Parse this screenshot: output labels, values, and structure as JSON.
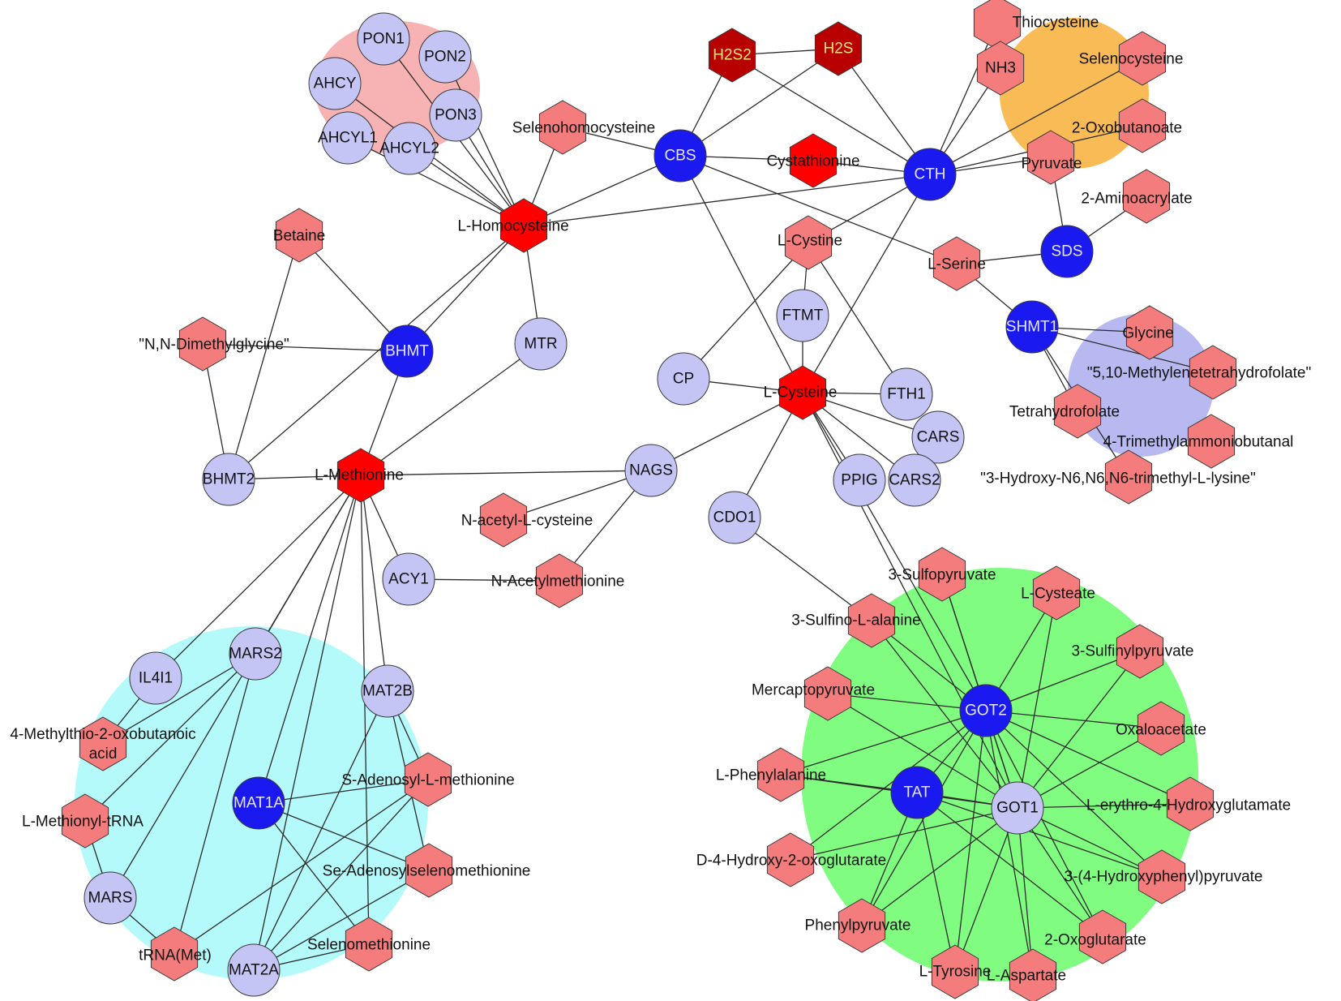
{
  "colors": {
    "background": "#ffffff",
    "edge": "#2b2b2b",
    "gene": "#c4c4f5",
    "gene_hub": "#1a1af0",
    "metabolite": "#f47c7c",
    "metabolite_key": "#ff0000",
    "metabolite_dark": "#b80000",
    "cluster_pink": "#f7b3b3",
    "cluster_orange": "#f8bb55",
    "cluster_lavender": "#b9b9f2",
    "cluster_cyan": "#b5fafa",
    "cluster_green": "#80fc80"
  },
  "clusters": [
    {
      "id": "pink",
      "color": "cluster_pink"
    },
    {
      "id": "orange",
      "color": "cluster_orange"
    },
    {
      "id": "lavender",
      "color": "cluster_lavender"
    },
    {
      "id": "cyan",
      "color": "cluster_cyan"
    },
    {
      "id": "green",
      "color": "cluster_green"
    }
  ],
  "nodes": [
    {
      "id": "PON1",
      "label": "PON1",
      "kind": "gene"
    },
    {
      "id": "PON2",
      "label": "PON2",
      "kind": "gene"
    },
    {
      "id": "AHCY",
      "label": "AHCY",
      "kind": "gene"
    },
    {
      "id": "PON3",
      "label": "PON3",
      "kind": "gene"
    },
    {
      "id": "AHCYL1",
      "label": "AHCYL1",
      "kind": "gene"
    },
    {
      "id": "AHCYL2",
      "label": "AHCYL2",
      "kind": "gene"
    },
    {
      "id": "Selenohomocysteine",
      "label": "Selenohomocysteine",
      "kind": "metabolite"
    },
    {
      "id": "H2S2",
      "label": "H2S2",
      "kind": "metabolite_dark"
    },
    {
      "id": "H2S",
      "label": "H2S",
      "kind": "metabolite_dark"
    },
    {
      "id": "CBS",
      "label": "CBS",
      "kind": "gene_hub"
    },
    {
      "id": "Cystathionine",
      "label": "Cystathionine",
      "kind": "metabolite_key"
    },
    {
      "id": "CTH",
      "label": "CTH",
      "kind": "gene_hub"
    },
    {
      "id": "Thiocysteine",
      "label": "Thiocysteine",
      "kind": "metabolite"
    },
    {
      "id": "NH3",
      "label": "NH3",
      "kind": "metabolite"
    },
    {
      "id": "Selenocysteine",
      "label": "Selenocysteine",
      "kind": "metabolite"
    },
    {
      "id": "2-Oxobutanoate",
      "label": "2-Oxobutanoate",
      "kind": "metabolite"
    },
    {
      "id": "Pyruvate",
      "label": "Pyruvate",
      "kind": "metabolite"
    },
    {
      "id": "2-Aminoacrylate",
      "label": "2-Aminoacrylate",
      "kind": "metabolite"
    },
    {
      "id": "SDS",
      "label": "SDS",
      "kind": "gene_hub"
    },
    {
      "id": "L-Homocysteine",
      "label": "L-Homocysteine",
      "kind": "metabolite_key"
    },
    {
      "id": "Betaine",
      "label": "Betaine",
      "kind": "metabolite"
    },
    {
      "id": "DMG",
      "label": "\"N,N-Dimethylglycine\"",
      "kind": "metabolite"
    },
    {
      "id": "BHMT",
      "label": "BHMT",
      "kind": "gene_hub"
    },
    {
      "id": "MTR",
      "label": "MTR",
      "kind": "gene"
    },
    {
      "id": "L-Cystine",
      "label": "L-Cystine",
      "kind": "metabolite"
    },
    {
      "id": "L-Serine",
      "label": "L-Serine",
      "kind": "metabolite"
    },
    {
      "id": "FTMT",
      "label": "FTMT",
      "kind": "gene"
    },
    {
      "id": "SHMT1",
      "label": "SHMT1",
      "kind": "gene_hub"
    },
    {
      "id": "Glycine",
      "label": "Glycine",
      "kind": "metabolite"
    },
    {
      "id": "MTHF",
      "label": "\"5,10-Methylenetetrahydrofolate\"",
      "kind": "metabolite"
    },
    {
      "id": "Tetrahydrofolate",
      "label": "Tetrahydrofolate",
      "kind": "metabolite"
    },
    {
      "id": "TMAB",
      "label": "4-Trimethylammoniobutanal",
      "kind": "metabolite"
    },
    {
      "id": "HTML",
      "label": "\"3-Hydroxy-N6,N6,N6-trimethyl-L-lysine\"",
      "kind": "metabolite"
    },
    {
      "id": "CP",
      "label": "CP",
      "kind": "gene"
    },
    {
      "id": "L-Cysteine",
      "label": "L-Cysteine",
      "kind": "metabolite_key"
    },
    {
      "id": "FTH1",
      "label": "FTH1",
      "kind": "gene"
    },
    {
      "id": "CARS",
      "label": "CARS",
      "kind": "gene"
    },
    {
      "id": "PPIG",
      "label": "PPIG",
      "kind": "gene"
    },
    {
      "id": "CARS2",
      "label": "CARS2",
      "kind": "gene"
    },
    {
      "id": "BHMT2",
      "label": "BHMT2",
      "kind": "gene"
    },
    {
      "id": "L-Methionine",
      "label": "L-Methionine",
      "kind": "metabolite_key"
    },
    {
      "id": "NAGS",
      "label": "NAGS",
      "kind": "gene"
    },
    {
      "id": "NAC",
      "label": "N-acetyl-L-cysteine",
      "kind": "metabolite"
    },
    {
      "id": "CDO1",
      "label": "CDO1",
      "kind": "gene"
    },
    {
      "id": "ACY1",
      "label": "ACY1",
      "kind": "gene"
    },
    {
      "id": "NAM",
      "label": "N-Acetylmethionine",
      "kind": "metabolite"
    },
    {
      "id": "IL4I1",
      "label": "IL4I1",
      "kind": "gene"
    },
    {
      "id": "MARS2",
      "label": "MARS2",
      "kind": "gene"
    },
    {
      "id": "MAT2B",
      "label": "MAT2B",
      "kind": "gene"
    },
    {
      "id": "MTOB",
      "label": "4-Methylthio-2-oxobutanoic\nacid",
      "kind": "metabolite"
    },
    {
      "id": "SAM",
      "label": "S-Adenosyl-L-methionine",
      "kind": "metabolite"
    },
    {
      "id": "MAT1A",
      "label": "MAT1A",
      "kind": "gene_hub"
    },
    {
      "id": "MettRNA",
      "label": "L-Methionyl-tRNA",
      "kind": "metabolite"
    },
    {
      "id": "SeAM",
      "label": "Se-Adenosylselenomethionine",
      "kind": "metabolite"
    },
    {
      "id": "MARS",
      "label": "MARS",
      "kind": "gene"
    },
    {
      "id": "tRNAMet",
      "label": "tRNA(Met)",
      "kind": "metabolite"
    },
    {
      "id": "Selenomethionine",
      "label": "Selenomethionine",
      "kind": "metabolite"
    },
    {
      "id": "MAT2A",
      "label": "MAT2A",
      "kind": "gene"
    },
    {
      "id": "3SP",
      "label": "3-Sulfopyruvate",
      "kind": "metabolite"
    },
    {
      "id": "Cysteate",
      "label": "L-Cysteate",
      "kind": "metabolite"
    },
    {
      "id": "3SA",
      "label": "3-Sulfino-L-alanine",
      "kind": "metabolite"
    },
    {
      "id": "3SLP",
      "label": "3-Sulfinylpyruvate",
      "kind": "metabolite"
    },
    {
      "id": "Mercaptopyruvate",
      "label": "Mercaptopyruvate",
      "kind": "metabolite"
    },
    {
      "id": "GOT2",
      "label": "GOT2",
      "kind": "gene_hub"
    },
    {
      "id": "Oxaloacetate",
      "label": "Oxaloacetate",
      "kind": "metabolite"
    },
    {
      "id": "Phe",
      "label": "L-Phenylalanine",
      "kind": "metabolite"
    },
    {
      "id": "TAT",
      "label": "TAT",
      "kind": "gene_hub"
    },
    {
      "id": "GOT1",
      "label": "GOT1",
      "kind": "gene"
    },
    {
      "id": "HGlu",
      "label": "L-erythro-4-Hydroxyglutamate",
      "kind": "metabolite"
    },
    {
      "id": "DHOG",
      "label": "D-4-Hydroxy-2-oxoglutarate",
      "kind": "metabolite"
    },
    {
      "id": "HPP",
      "label": "3-(4-Hydroxyphenyl)pyruvate",
      "kind": "metabolite"
    },
    {
      "id": "Phenylpyruvate",
      "label": "Phenylpyruvate",
      "kind": "metabolite"
    },
    {
      "id": "2OG",
      "label": "2-Oxoglutarate",
      "kind": "metabolite"
    },
    {
      "id": "Tyr",
      "label": "L-Tyrosine",
      "kind": "metabolite"
    },
    {
      "id": "Asp",
      "label": "L-Aspartate",
      "kind": "metabolite"
    }
  ],
  "edges": [
    [
      "PON1",
      "L-Homocysteine"
    ],
    [
      "PON2",
      "L-Homocysteine"
    ],
    [
      "AHCY",
      "L-Homocysteine"
    ],
    [
      "PON3",
      "L-Homocysteine"
    ],
    [
      "AHCYL1",
      "L-Homocysteine"
    ],
    [
      "AHCYL2",
      "L-Homocysteine"
    ],
    [
      "Selenohomocysteine",
      "L-Homocysteine"
    ],
    [
      "Selenohomocysteine",
      "CBS"
    ],
    [
      "CBS",
      "L-Homocysteine"
    ],
    [
      "CTH",
      "L-Homocysteine"
    ],
    [
      "H2S2",
      "H2S"
    ],
    [
      "H2S2",
      "CBS"
    ],
    [
      "H2S2",
      "CTH"
    ],
    [
      "H2S",
      "CBS"
    ],
    [
      "H2S",
      "CTH"
    ],
    [
      "CBS",
      "Cystathionine"
    ],
    [
      "Cystathionine",
      "CTH"
    ],
    [
      "CBS",
      "L-Serine"
    ],
    [
      "CBS",
      "L-Cysteine"
    ],
    [
      "CTH",
      "Thiocysteine"
    ],
    [
      "CTH",
      "NH3"
    ],
    [
      "CTH",
      "Selenocysteine"
    ],
    [
      "CTH",
      "2-Oxobutanoate"
    ],
    [
      "CTH",
      "Pyruvate"
    ],
    [
      "CTH",
      "L-Cystine"
    ],
    [
      "CTH",
      "L-Cysteine"
    ],
    [
      "Pyruvate",
      "SDS"
    ],
    [
      "2-Aminoacrylate",
      "SDS"
    ],
    [
      "L-Serine",
      "SDS"
    ],
    [
      "L-Serine",
      "SHMT1"
    ],
    [
      "SHMT1",
      "Glycine"
    ],
    [
      "SHMT1",
      "MTHF"
    ],
    [
      "SHMT1",
      "Tetrahydrofolate"
    ],
    [
      "SHMT1",
      "HTML"
    ],
    [
      "L-Homocysteine",
      "BHMT"
    ],
    [
      "L-Homocysteine",
      "MTR"
    ],
    [
      "L-Homocysteine",
      "BHMT2"
    ],
    [
      "Betaine",
      "BHMT"
    ],
    [
      "Betaine",
      "BHMT2"
    ],
    [
      "DMG",
      "BHMT"
    ],
    [
      "DMG",
      "BHMT2"
    ],
    [
      "BHMT",
      "L-Methionine"
    ],
    [
      "MTR",
      "L-Methionine"
    ],
    [
      "BHMT2",
      "L-Methionine"
    ],
    [
      "L-Cystine",
      "FTMT"
    ],
    [
      "L-Cystine",
      "FTH1"
    ],
    [
      "L-Cystine",
      "CP"
    ],
    [
      "FTMT",
      "L-Cysteine"
    ],
    [
      "CP",
      "L-Cysteine"
    ],
    [
      "L-Cysteine",
      "FTH1"
    ],
    [
      "L-Cysteine",
      "CARS"
    ],
    [
      "L-Cysteine",
      "CARS2"
    ],
    [
      "L-Cysteine",
      "PPIG"
    ],
    [
      "L-Cysteine",
      "CDO1"
    ],
    [
      "L-Cysteine",
      "NAGS"
    ],
    [
      "L-Cysteine",
      "GOT2"
    ],
    [
      "L-Cysteine",
      "GOT1"
    ],
    [
      "L-Methionine",
      "NAGS"
    ],
    [
      "NAGS",
      "NAC"
    ],
    [
      "NAGS",
      "NAM"
    ],
    [
      "ACY1",
      "NAM"
    ],
    [
      "L-Methionine",
      "ACY1"
    ],
    [
      "CDO1",
      "3SA"
    ],
    [
      "L-Methionine",
      "IL4I1"
    ],
    [
      "L-Methionine",
      "MARS2"
    ],
    [
      "L-Methionine",
      "MAT2B"
    ],
    [
      "L-Methionine",
      "MAT1A"
    ],
    [
      "L-Methionine",
      "MARS"
    ],
    [
      "L-Methionine",
      "MAT2A"
    ],
    [
      "L-Methionine",
      "Selenomethionine"
    ],
    [
      "MARS2",
      "MTOB"
    ],
    [
      "MARS2",
      "MettRNA"
    ],
    [
      "MARS2",
      "tRNAMet"
    ],
    [
      "IL4I1",
      "MTOB"
    ],
    [
      "MettRNA",
      "MARS"
    ],
    [
      "MARS",
      "tRNAMet"
    ],
    [
      "MAT1A",
      "SAM"
    ],
    [
      "MAT1A",
      "SeAM"
    ],
    [
      "MAT1A",
      "Selenomethionine"
    ],
    [
      "MAT2B",
      "SAM"
    ],
    [
      "MAT2B",
      "SeAM"
    ],
    [
      "MAT2B",
      "MAT2A"
    ],
    [
      "MAT2A",
      "SAM"
    ],
    [
      "MAT2A",
      "SeAM"
    ],
    [
      "MAT2A",
      "Selenomethionine"
    ],
    [
      "tRNAMet",
      "SAM"
    ],
    [
      "GOT2",
      "3SP"
    ],
    [
      "GOT2",
      "Cysteate"
    ],
    [
      "GOT2",
      "3SA"
    ],
    [
      "GOT2",
      "3SLP"
    ],
    [
      "GOT2",
      "Mercaptopyruvate"
    ],
    [
      "GOT2",
      "Oxaloacetate"
    ],
    [
      "GOT2",
      "Phe"
    ],
    [
      "GOT2",
      "HGlu"
    ],
    [
      "GOT2",
      "DHOG"
    ],
    [
      "GOT2",
      "HPP"
    ],
    [
      "GOT2",
      "Phenylpyruvate"
    ],
    [
      "GOT2",
      "2OG"
    ],
    [
      "GOT2",
      "Tyr"
    ],
    [
      "GOT2",
      "Asp"
    ],
    [
      "GOT2",
      "GOT1"
    ],
    [
      "GOT2",
      "TAT"
    ],
    [
      "GOT1",
      "3SP"
    ],
    [
      "GOT1",
      "Cysteate"
    ],
    [
      "GOT1",
      "3SA"
    ],
    [
      "GOT1",
      "3SLP"
    ],
    [
      "GOT1",
      "Mercaptopyruvate"
    ],
    [
      "GOT1",
      "Oxaloacetate"
    ],
    [
      "GOT1",
      "Phe"
    ],
    [
      "GOT1",
      "HGlu"
    ],
    [
      "GOT1",
      "DHOG"
    ],
    [
      "GOT1",
      "HPP"
    ],
    [
      "GOT1",
      "Phenylpyruvate"
    ],
    [
      "GOT1",
      "2OG"
    ],
    [
      "GOT1",
      "Tyr"
    ],
    [
      "GOT1",
      "Asp"
    ],
    [
      "TAT",
      "Phe"
    ],
    [
      "TAT",
      "Phenylpyruvate"
    ],
    [
      "TAT",
      "Tyr"
    ],
    [
      "TAT",
      "HPP"
    ],
    [
      "TAT",
      "2OG"
    ],
    [
      "TAT",
      "GOT1"
    ]
  ]
}
